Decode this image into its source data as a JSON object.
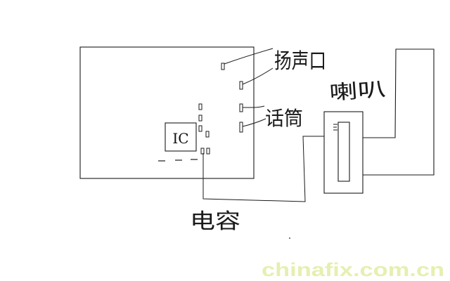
{
  "labels": {
    "speaker": "扬声口",
    "horn": "喇叭",
    "mic": "话筒",
    "capacitor": "电容",
    "ic": "IC"
  },
  "watermark": "chinafix.com.cn",
  "colors": {
    "stroke": "#1a1a1a",
    "background": "#ffffff",
    "watermark": "#e6efb0"
  }
}
